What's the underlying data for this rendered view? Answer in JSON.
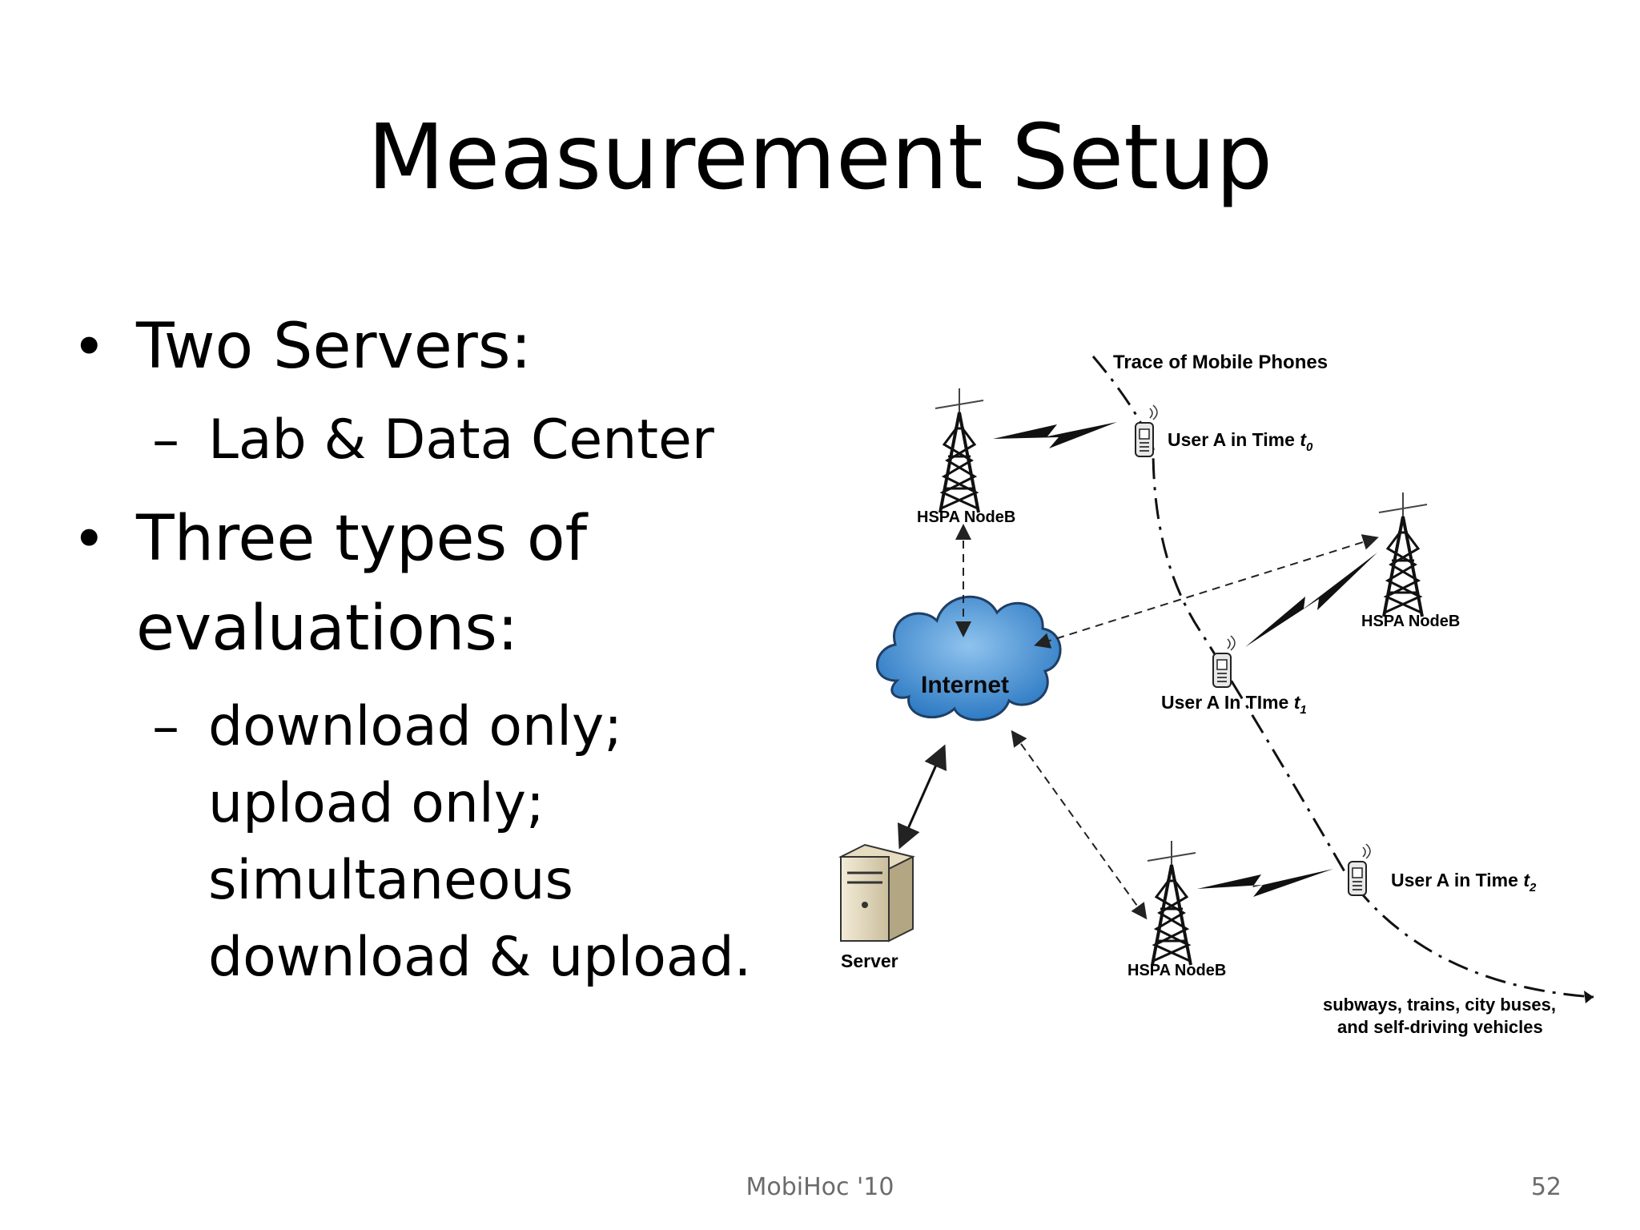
{
  "slide": {
    "title": "Measurement Setup",
    "bullets": [
      {
        "text": "Two Servers:",
        "subs": [
          "Lab & Data Center"
        ]
      },
      {
        "text": "Three types of evaluations:",
        "lines": [
          "Three types of",
          "evaluations:"
        ],
        "subs_lines": [
          "download only;",
          "upload only;",
          "simultaneous",
          "download & upload."
        ]
      }
    ],
    "bullet_symbol": "•",
    "dash_symbol": "–"
  },
  "diagram": {
    "trace_label": "Trace of Mobile Phones",
    "user_t0_prefix": "User A in Time ",
    "user_t0_var": "t",
    "user_t0_sub": "0",
    "user_t1_prefix": "User A In TIme ",
    "user_t1_var": "t",
    "user_t1_sub": "1",
    "user_t2_prefix": "User A in Time ",
    "user_t2_var": "t",
    "user_t2_sub": "2",
    "nodeb_label": "HSPA NodeB",
    "internet_label": "Internet",
    "server_label": "Server",
    "vehicles_line1": "subways, trains, city buses,",
    "vehicles_line2": "and self-driving vehicles"
  },
  "footer": {
    "center": "MobiHoc '10",
    "page_number": "52"
  },
  "colors": {
    "cloud_fill": "#5b9bd5",
    "footer_text": "#6b6b6b"
  }
}
